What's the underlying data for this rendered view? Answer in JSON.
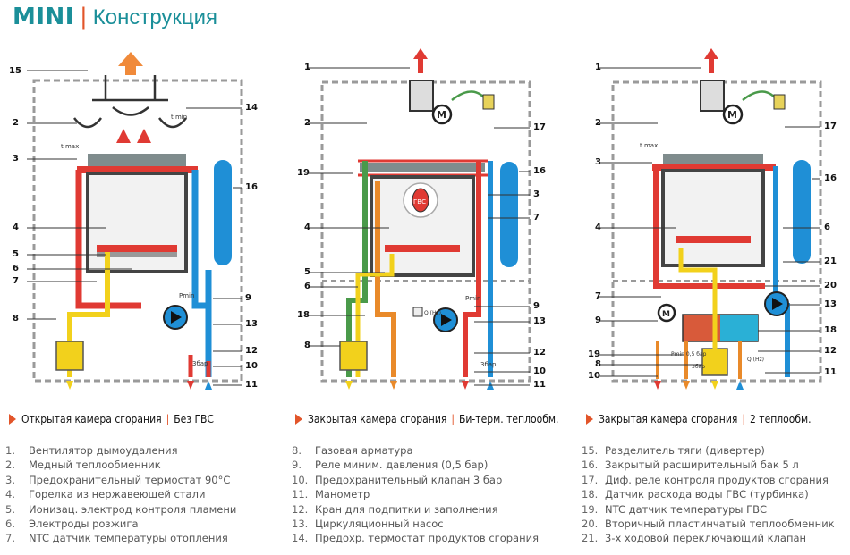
{
  "header": {
    "brand": "MINI",
    "separator": "|",
    "title": "Конструкция"
  },
  "diagrams": [
    {
      "caption": {
        "main": "Открытая камера сгорания",
        "sep": "|",
        "extra": "Без ГВС"
      },
      "left_labels": [
        "15",
        "2",
        "3",
        "4",
        "5",
        "6",
        "7",
        "8"
      ],
      "right_labels": [
        "14",
        "16",
        "9",
        "13",
        "12",
        "10",
        "11"
      ],
      "texts": {
        "tmax": "t max",
        "tmin": "t min",
        "pmin": "Pmin",
        "bar3": "3бар"
      }
    },
    {
      "caption": {
        "main": "Закрытая камера сгорания",
        "sep": "|",
        "extra": "Би-терм. теплообм."
      },
      "left_labels": [
        "1",
        "2",
        "19",
        "4",
        "5",
        "6",
        "18",
        "8"
      ],
      "right_labels": [
        "17",
        "16",
        "3",
        "7",
        "9",
        "13",
        "12",
        "10",
        "11"
      ],
      "texts": {
        "pmin": "Pmin",
        "bar3": "3бар",
        "hz": "Q (Hz)",
        "gvs": "ГВС"
      }
    },
    {
      "caption": {
        "main": "Закрытая камера сгорания",
        "sep": "|",
        "extra": "2 теплообм."
      },
      "left_labels": [
        "1",
        "2",
        "3",
        "4",
        "7",
        "9",
        "19",
        "8",
        "10"
      ],
      "right_labels": [
        "17",
        "16",
        "6",
        "21",
        "20",
        "13",
        "18",
        "12",
        "11"
      ],
      "texts": {
        "tmax": "t max",
        "pmin": "Pmin\n0,5 бар",
        "bar3": "3бар",
        "hz": "Q (Hz)"
      }
    }
  ],
  "legend": [
    [
      {
        "n": "1.",
        "t": "Вентилятор дымоудаления"
      },
      {
        "n": "2.",
        "t": "Медный теплообменник"
      },
      {
        "n": "3.",
        "t": "Предохранительный термостат 90°С"
      },
      {
        "n": "4.",
        "t": "Горелка из нержавеющей стали"
      },
      {
        "n": "5.",
        "t": "Ионизац. электрод контроля пламени"
      },
      {
        "n": "6.",
        "t": "Электроды розжига"
      },
      {
        "n": "7.",
        "t": "NTC датчик температуры отопления"
      }
    ],
    [
      {
        "n": "8.",
        "t": "Газовая арматура"
      },
      {
        "n": "9.",
        "t": "Реле миним. давления (0,5 бар)"
      },
      {
        "n": "10.",
        "t": "Предохранительный клапан 3 бар"
      },
      {
        "n": "11.",
        "t": "Манометр"
      },
      {
        "n": "12.",
        "t": "Кран для подпитки и заполнения"
      },
      {
        "n": "13.",
        "t": "Циркуляционный насос"
      },
      {
        "n": "14.",
        "t": "Предохр. термостат продуктов сгорания"
      }
    ],
    [
      {
        "n": "15.",
        "t": "Разделитель тяги (дивертер)"
      },
      {
        "n": "16.",
        "t": "Закрытый расширительный бак 5 л"
      },
      {
        "n": "17.",
        "t": "Диф. реле контроля продуктов сгорания"
      },
      {
        "n": "18.",
        "t": "Датчик расхода воды ГВС (турбинка)"
      },
      {
        "n": "19.",
        "t": "NTC датчик температуры ГВС"
      },
      {
        "n": "20.",
        "t": "Вторичный пластинчатый теплообменник"
      },
      {
        "n": "21.",
        "t": "3-х ходовой переключающий клапан"
      }
    ]
  ],
  "colors": {
    "accent": "#e2552a",
    "brand": "#1b8f99",
    "hot": "#e03a33",
    "cold": "#1f8fd6",
    "gas": "#f2d11c",
    "frame": "#9a9a9a"
  }
}
